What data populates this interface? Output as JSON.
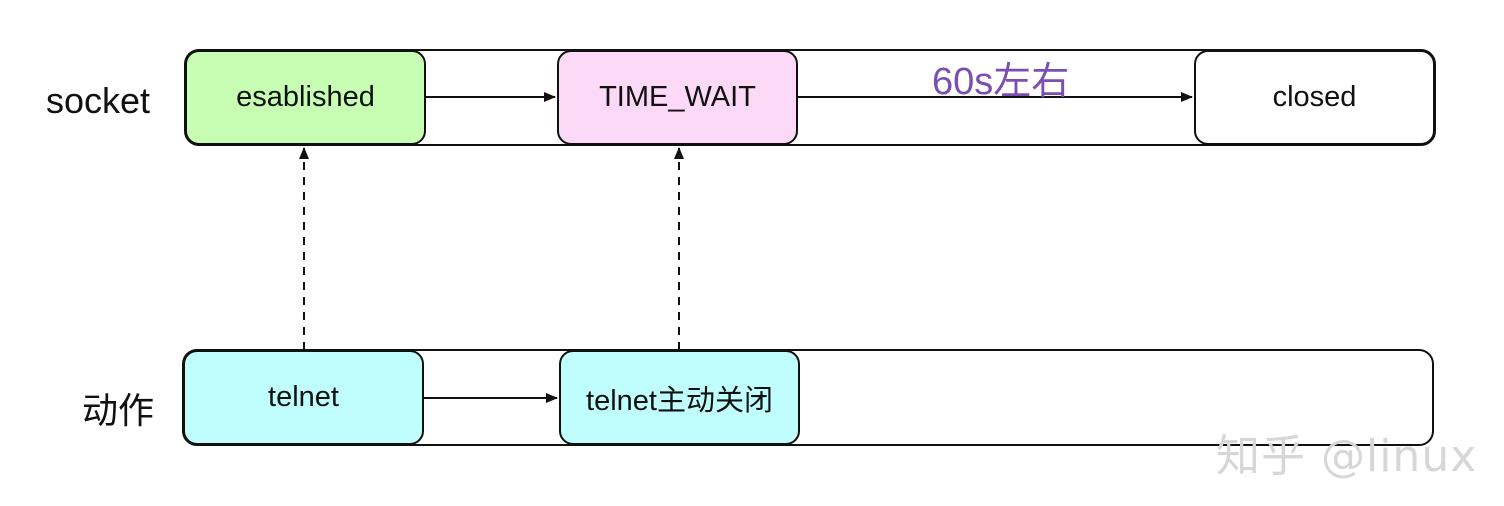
{
  "lanes": {
    "socket": "socket",
    "action": "动作"
  },
  "states": {
    "established": "esablished",
    "time_wait": "TIME_WAIT",
    "closed": "closed"
  },
  "actions": {
    "telnet": "telnet",
    "telnet_close": "telnet主动关闭"
  },
  "annotation": {
    "timeout": "60s左右"
  },
  "watermark": "知乎 @linux",
  "colors": {
    "established_fill": "#c8fdb4",
    "time_wait_fill": "#fdd9f8",
    "closed_fill": "#ffffff",
    "action_fill": "#bffefd",
    "annotation_text": "#7a4fb0",
    "lane_fill": "#ffffff",
    "stroke": "#111111"
  }
}
